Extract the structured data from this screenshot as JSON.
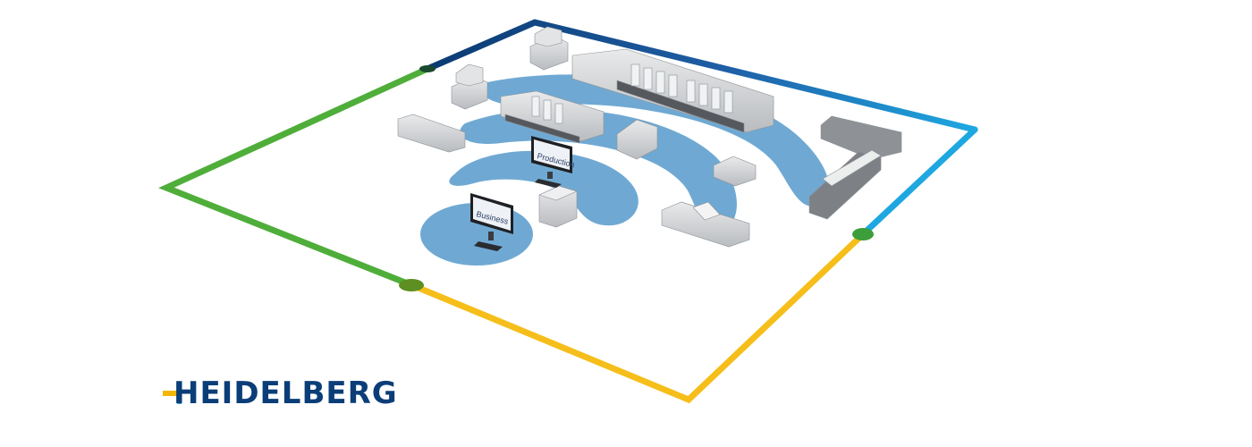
{
  "brand": {
    "name": "HEIDELBERG",
    "color": "#0b3e78"
  },
  "monitors": [
    {
      "label": "Production"
    },
    {
      "label": "Business"
    }
  ],
  "colors": {
    "frame_left": "#4fae3a",
    "frame_top": "#1f4f8f",
    "frame_right": "#1ea7e1",
    "frame_bottom": "#f6be1a",
    "wifi_arc": "#6fa9d3",
    "machine": "#d4d6d8"
  }
}
